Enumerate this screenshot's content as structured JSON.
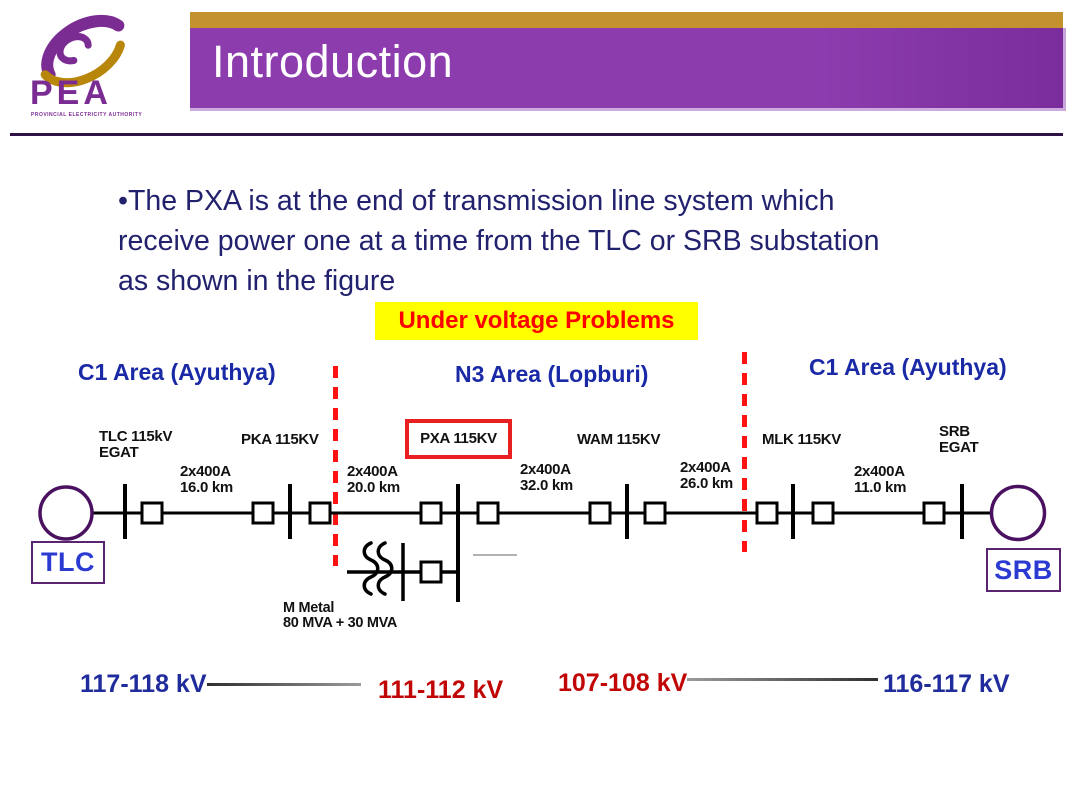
{
  "colors": {
    "header_purple": "#8D3CAE",
    "header_gold": "#C3922E",
    "banner_yellow": "#FFFF00",
    "banner_red": "#FF0000",
    "body_navy": "#22216E",
    "area_blue": "#1A2AA6",
    "voltage_blue": "#202C9C",
    "voltage_red": "#C10606",
    "boundary_red": "#FF1212",
    "highlight_box_red": "#E8201F",
    "logo_purple": "#7B2C92",
    "source_text_blue": "#2B3BD2"
  },
  "logo": {
    "acronym": "PEA",
    "subtitle": "PROVINCIAL ELECTRICITY AUTHORITY"
  },
  "header": {
    "title": "Introduction"
  },
  "intro": {
    "lines": [
      "•The PXA is at the end of transmission line system which",
      "receive power one at a time from the TLC or SRB substation",
      "as shown in the figure"
    ]
  },
  "banner": {
    "text": "Under voltage Problems"
  },
  "diagram": {
    "areas": [
      {
        "label": "C1 Area (Ayuthya)"
      },
      {
        "label": "N3 Area (Lopburi)"
      },
      {
        "label": "C1 Area (Ayuthya)"
      }
    ],
    "sources": [
      {
        "label": "TLC"
      },
      {
        "label": "SRB"
      }
    ],
    "stations": [
      {
        "name": "TLC 115kV",
        "operator": "EGAT"
      },
      {
        "name": "PKA 115KV"
      },
      {
        "name": "PXA 115KV",
        "highlighted": true
      },
      {
        "name": "WAM 115KV"
      },
      {
        "name": "MLK 115KV"
      },
      {
        "name": "SRB",
        "operator": "EGAT"
      }
    ],
    "lines": [
      {
        "rating": "2x400A",
        "length": "16.0 km"
      },
      {
        "rating": "2x400A",
        "length": "20.0 km"
      },
      {
        "rating": "2x400A",
        "length": "32.0 km"
      },
      {
        "rating": "2x400A",
        "length": "26.0 km"
      },
      {
        "rating": "2x400A",
        "length": "11.0 km"
      }
    ],
    "load": {
      "name": "M Metal",
      "rating": "80 MVA + 30 MVA"
    },
    "voltages": [
      {
        "text": "117-118 kV",
        "severity": "normal"
      },
      {
        "text": "111-112 kV",
        "severity": "low"
      },
      {
        "text": "107-108 kV",
        "severity": "low"
      },
      {
        "text": "116-117 kV",
        "severity": "normal"
      }
    ]
  }
}
